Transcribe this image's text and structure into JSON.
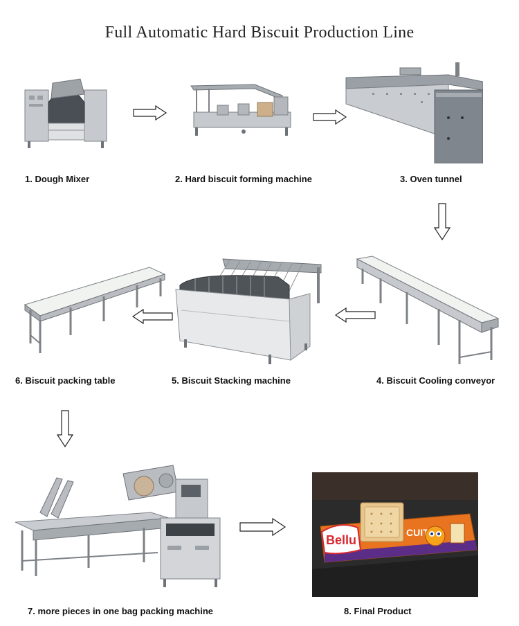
{
  "title": "Full Automatic Hard Biscuit Production Line",
  "stages": [
    {
      "label": "1. Dough Mixer",
      "icon": "dough-mixer-icon"
    },
    {
      "label": "2. Hard biscuit forming machine",
      "icon": "forming-machine-icon"
    },
    {
      "label": "3. Oven tunnel",
      "icon": "oven-tunnel-icon"
    },
    {
      "label": "4. Biscuit Cooling conveyor",
      "icon": "cooling-conveyor-icon"
    },
    {
      "label": "5. Biscuit Stacking machine",
      "icon": "stacking-machine-icon"
    },
    {
      "label": "6. Biscuit packing table",
      "icon": "packing-table-icon"
    },
    {
      "label": "7. more pieces in one bag packing machine",
      "icon": "packing-machine-icon"
    },
    {
      "label": "8. Final Product",
      "icon": "biscuit-pack-photo"
    }
  ],
  "product": {
    "brand": "Bellu",
    "pack_text": "CUITS"
  },
  "colors": {
    "steel": "#b9bcc0",
    "steel_dark": "#7d8186",
    "belt": "#f1f3f1",
    "pack_orange": "#e8741f",
    "pack_purple": "#5b2d86"
  }
}
